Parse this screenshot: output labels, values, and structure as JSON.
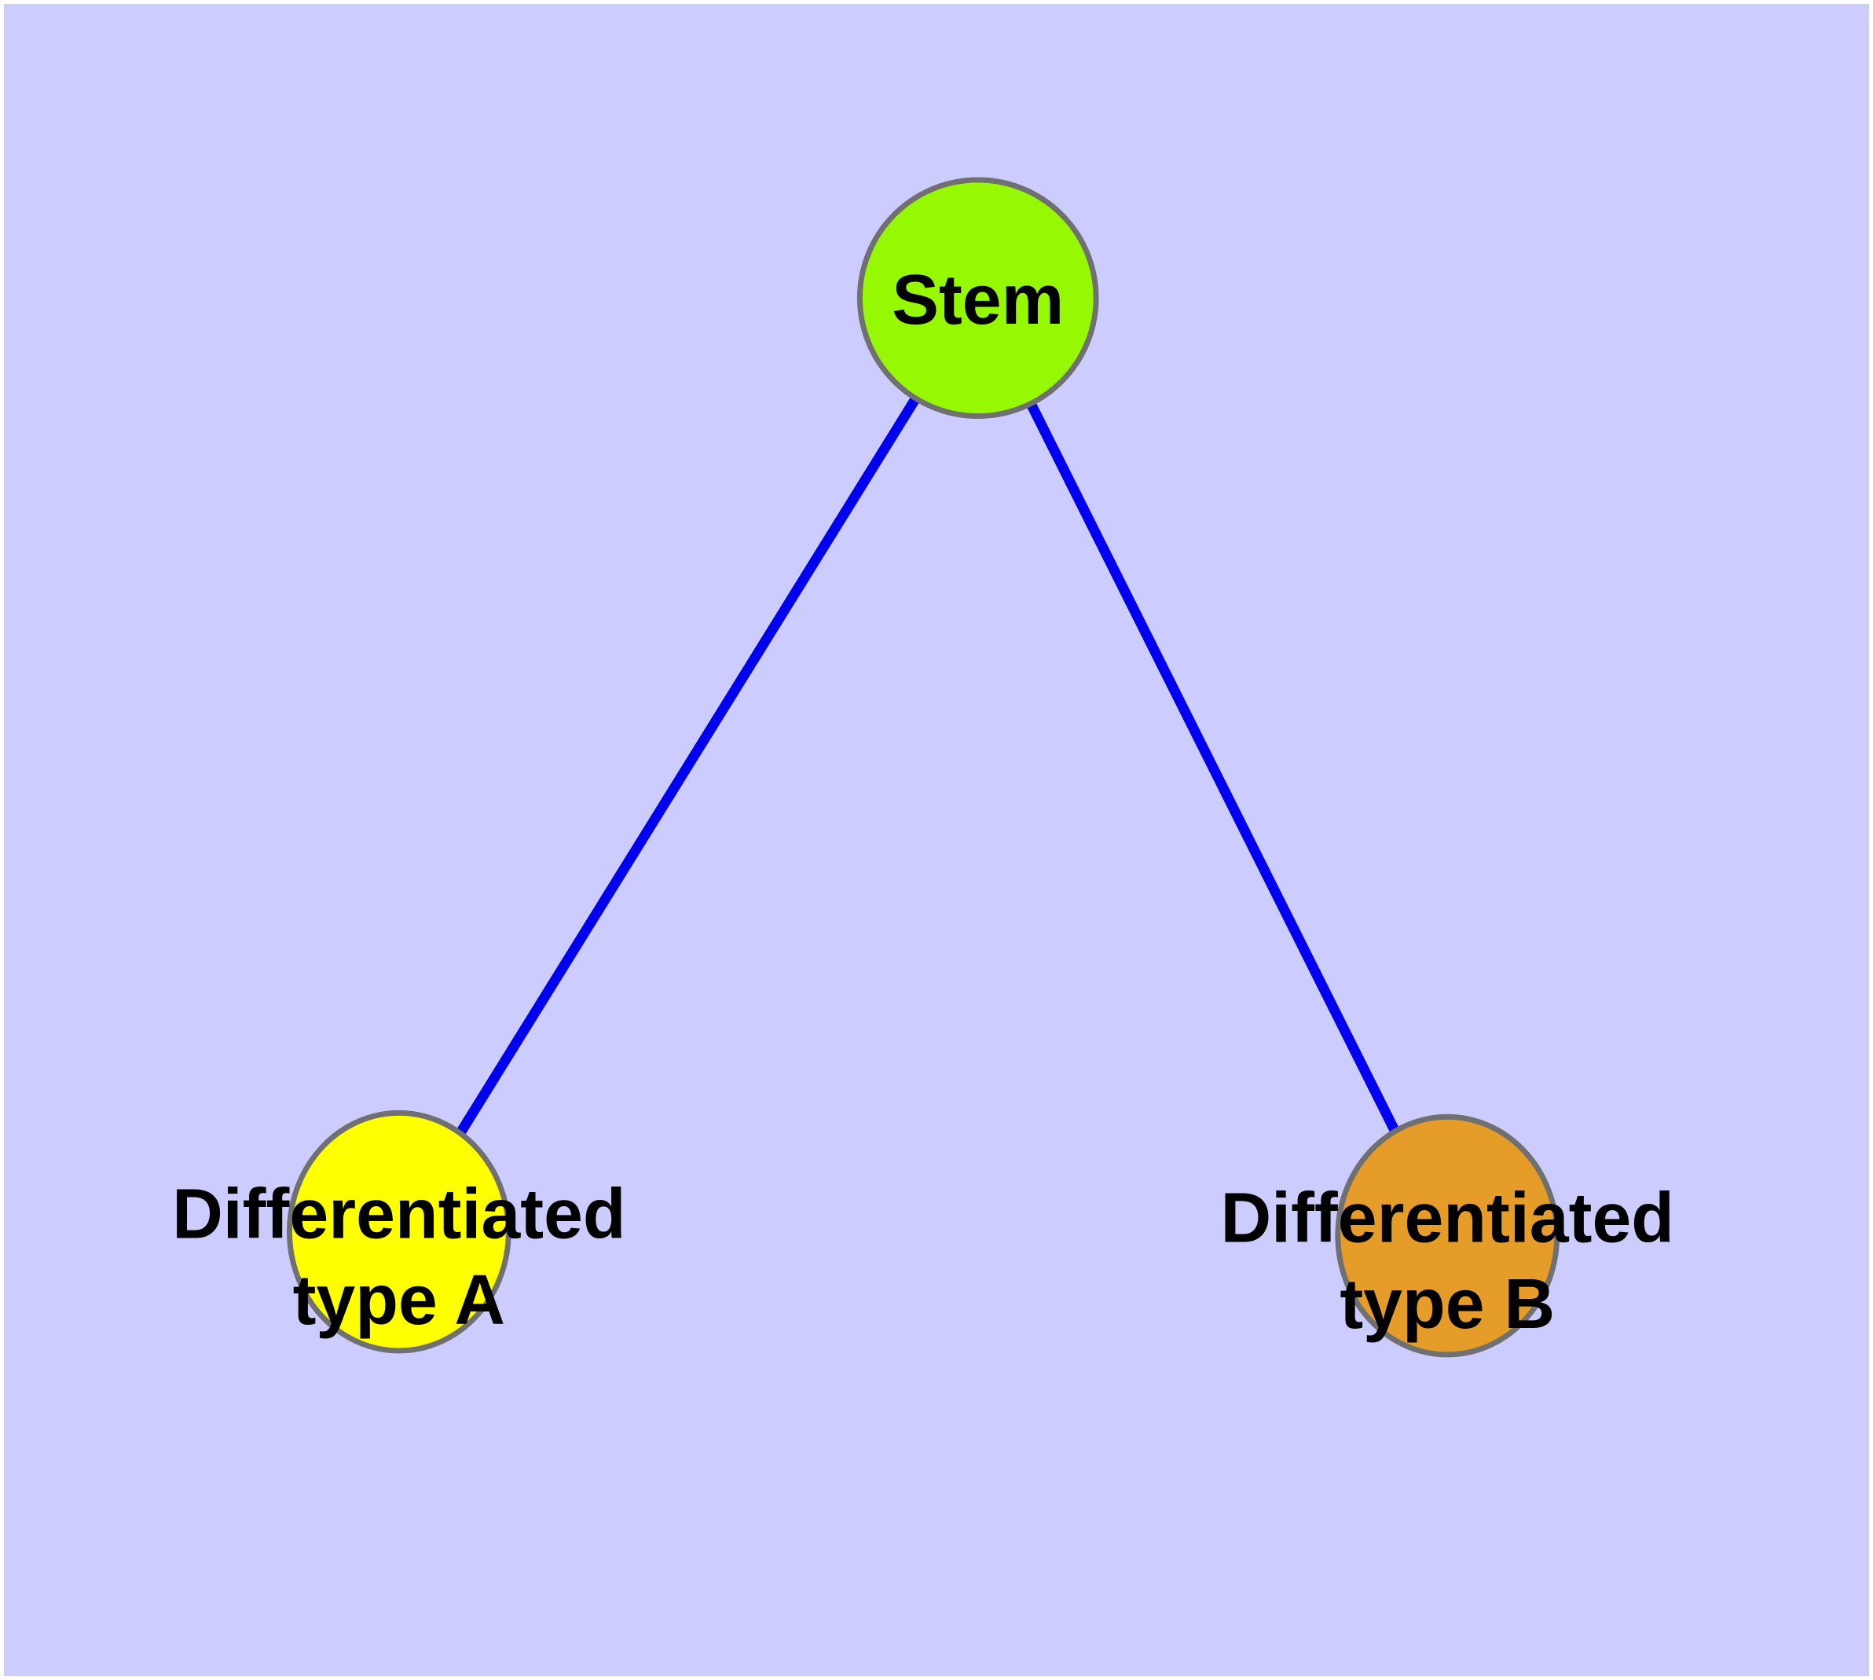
{
  "canvas": {
    "background_color": "#CCCCFF",
    "margin_color": "#FFFFFF"
  },
  "style": {
    "edge_color": "#0000EE",
    "node_border_color": "#707070",
    "label_text_color": "#000000"
  },
  "nodes": {
    "stem": {
      "label": "Stem",
      "fill_color": "#96F802"
    },
    "diff_a": {
      "label_line1": "Differentiated",
      "label_line2": "type A",
      "fill_color": "#FFFF00"
    },
    "diff_b": {
      "label_line1": "Differentiated",
      "label_line2": "type B",
      "fill_color": "#E69C28"
    }
  },
  "edges": [
    {
      "from": "stem",
      "to": "diff_a"
    },
    {
      "from": "stem",
      "to": "diff_b"
    }
  ]
}
